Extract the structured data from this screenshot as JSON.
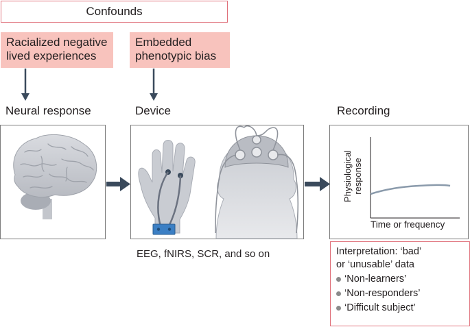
{
  "confounds": {
    "title": "Confounds"
  },
  "boxes": {
    "racialized": [
      "Racialized negative",
      "lived experiences"
    ],
    "phenotypic": [
      "Embedded",
      "phenotypic bias"
    ]
  },
  "stages": {
    "neural": "Neural response",
    "device": "Device",
    "recording": "Recording"
  },
  "device_caption": "EEG, fNIRS, SCR, and so on",
  "recording_chart": {
    "ylabel": [
      "Physiological",
      "response"
    ],
    "xlabel": "Time or frequency"
  },
  "interpretation": {
    "title_lines": [
      "Interpretation: ‘bad’",
      "or ‘unusable’ data"
    ],
    "bullets": [
      "‘Non-learners’",
      "‘Non-responders’",
      "‘Difficult subject’"
    ]
  },
  "colors": {
    "accent_border": "#e0707a",
    "pink_fill": "#f8c3bd",
    "arrow": "#3a4a5c",
    "illustration_gray": "#b9bcc3",
    "bullet_gray": "#8b8b8b",
    "device_blue": "#3b7fc4",
    "curve": "#8a9aab"
  }
}
